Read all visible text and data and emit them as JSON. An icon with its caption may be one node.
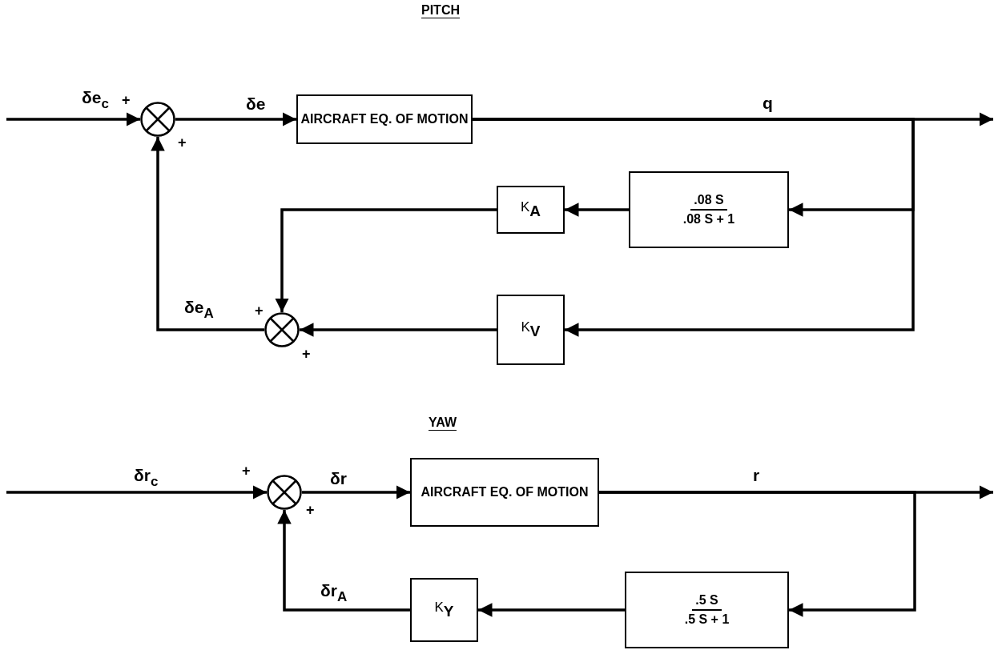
{
  "diagram": {
    "nodes": [
      {
        "text": [],
        "shape": "circle"
      },
      {
        "text": [
          "AIRCRAFT EQ. OF MOTION"
        ]
      },
      {
        "text": [
          ".08 S",
          ".08 S + 1"
        ]
      },
      {
        "text": [
          "K$_{A}$"
        ]
      },
      {
        "text": [],
        "shape": "circle"
      },
      {
        "text": [
          "K$_{V}$"
        ]
      },
      {
        "text": [],
        "shape": "circle"
      },
      {
        "text": [
          "AIRCRAFT EQ. OF MOTION"
        ]
      },
      {
        "text": [
          ".5 S",
          ".5 S + 1"
        ]
      },
      {
        "text": [
          "K$_{Y}$"
        ]
      }
    ],
    "edges": [
      {
        "from": null,
        "to": 0,
        "arrow": "to",
        "label": "δe$_{c}$"
      },
      {
        "from": 0,
        "to": 1,
        "arrow": "to",
        "label": "δe"
      },
      {
        "from": 1,
        "to": null,
        "arrow": "to",
        "label": "q"
      },
      {
        "from": 1,
        "to": 2,
        "arrow": "to"
      },
      {
        "from": 2,
        "to": 3,
        "arrow": "to"
      },
      {
        "from": 3,
        "to": 4,
        "arrow": "to"
      },
      {
        "from": 1,
        "to": 5,
        "arrow": "to"
      },
      {
        "from": 5,
        "to": 4,
        "arrow": "to"
      },
      {
        "from": 4,
        "to": 0,
        "arrow": "to",
        "label": "δe$_{A}$"
      },
      {
        "from": null,
        "to": 6,
        "arrow": "to",
        "label": "δr$_{c}$"
      },
      {
        "from": 6,
        "to": 7,
        "arrow": "to",
        "label": "δr"
      },
      {
        "from": 7,
        "to": null,
        "arrow": "to",
        "label": "r"
      },
      {
        "from": 7,
        "to": 8,
        "arrow": "to"
      },
      {
        "from": 8,
        "to": 9,
        "arrow": "to"
      },
      {
        "from": 9,
        "to": 6,
        "arrow": "to",
        "label": "δr$_{A}$"
      }
    ],
    "labels": [
      "PITCH",
      "+",
      "+",
      "+",
      "+",
      "YAW",
      "+",
      "+"
    ]
  }
}
